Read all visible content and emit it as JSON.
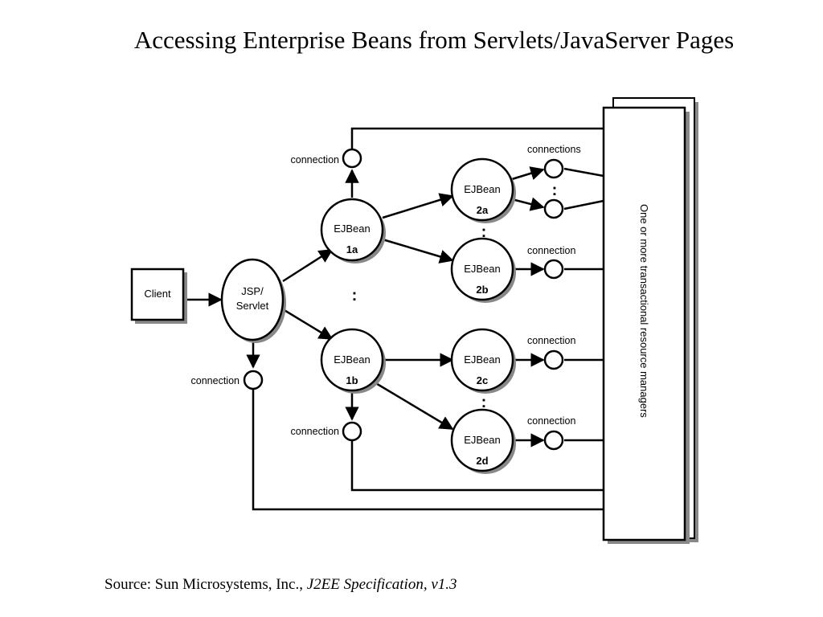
{
  "slide": {
    "title": "Accessing Enterprise Beans from Servlets/JavaServer Pages",
    "source_prefix": "Source: Sun Microsystems, Inc., ",
    "source_title": "J2EE Specification, v1.3"
  },
  "diagram": {
    "client": "Client",
    "jsp_line1": "JSP/",
    "jsp_line2": "Servlet",
    "bean_name": "EJBean",
    "bean_ids": [
      "1a",
      "1b",
      "2a",
      "2b",
      "2c",
      "2d"
    ],
    "connection_label": "connection",
    "connections_label": "connections",
    "ellipsis": ":",
    "resource_managers": "One or more transactional resource managers"
  }
}
